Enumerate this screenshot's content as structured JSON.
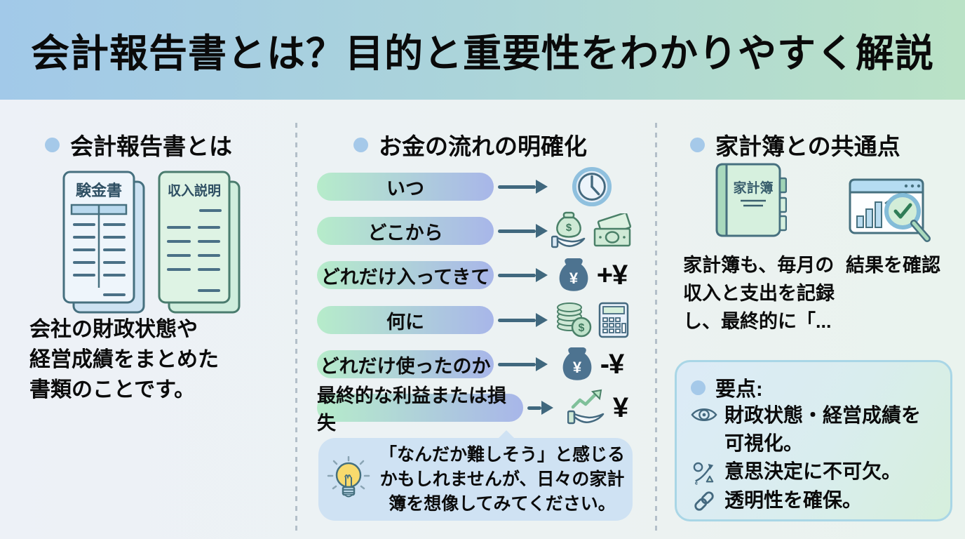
{
  "header": {
    "title": "会計報告書とは？目的と重要性をわかりやすく解説"
  },
  "definition": {
    "heading": "会計報告書とは",
    "documents": [
      {
        "title": "験金書",
        "icon": "document-blue-icon"
      },
      {
        "title": "収入説明",
        "icon": "document-green-icon"
      }
    ],
    "description": "会社の財政状態や\n経営成績をまとめた\n書類のことです。"
  },
  "flow": {
    "heading": "お金の流れの明確化",
    "rows": [
      {
        "label": "いつ",
        "icon": "clock-icon",
        "suffix": ""
      },
      {
        "label": "どこから",
        "icon": "money-bag-hand-icon banknotes-icon",
        "suffix": ""
      },
      {
        "label": "どれだけ入ってきて",
        "icon": "money-bag-yen-icon",
        "suffix": "+¥"
      },
      {
        "label": "何に",
        "icon": "coins-icon calculator-icon",
        "suffix": ""
      },
      {
        "label": "どれだけ使ったのか",
        "icon": "money-bag-yen-icon",
        "suffix": "-¥"
      },
      {
        "label": "最終的な利益または損失",
        "icon": "profit-hand-icon",
        "suffix": "¥"
      }
    ],
    "note": "「なんだか難しそう」と感じる\nかもしれませんが、日々の家計\n簿を想像してみてください。"
  },
  "comparison": {
    "heading": "家計簿との共通点",
    "notebook_label": "家計簿",
    "captions": [
      "家計簿も、毎月の\n収入と支出を記録\nし、最終的に「...",
      "結果を確認"
    ],
    "keypoints": {
      "heading": "要点:",
      "items": [
        {
          "icon": "eye-icon",
          "text": "財政状態・経営成績を\n可視化。"
        },
        {
          "icon": "decision-icon",
          "text": "意思決定に不可欠。"
        },
        {
          "icon": "link-icon",
          "text": "透明性を確保。"
        }
      ]
    }
  },
  "glyphs": {
    "yen": "¥",
    "dollar": "$"
  },
  "colors": {
    "header_gradient_left": "#a2c9e9",
    "header_gradient_right": "#bae2c6",
    "accent_dot": "#a5c9e9",
    "pill_gradient_left": "#b6ecca",
    "pill_gradient_right": "#a8b6e9",
    "note_box_bg": "#cfe2f3",
    "keypoints_border": "#a9d6e6",
    "arrow": "#40687e"
  }
}
